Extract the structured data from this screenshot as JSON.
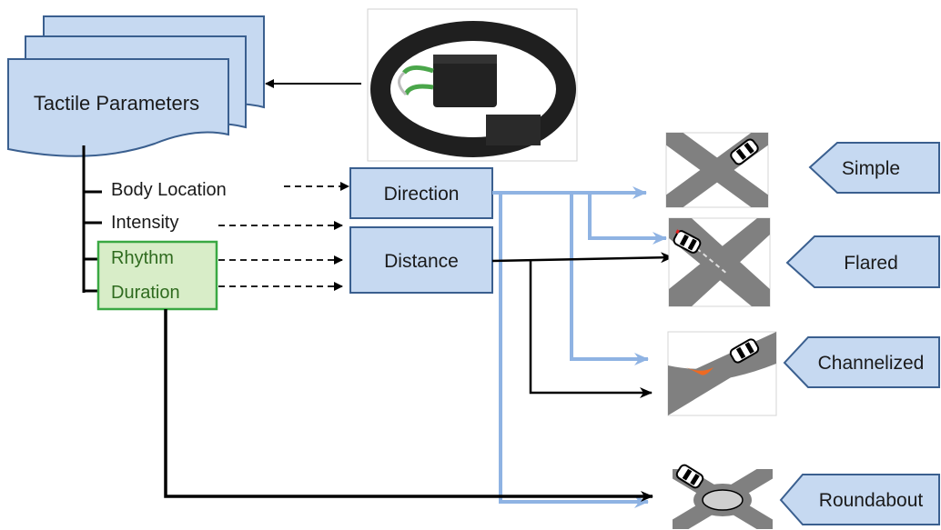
{
  "doc": {
    "title": "Tactile Parameters",
    "parameters": [
      {
        "label": "Body Location"
      },
      {
        "label": "Intensity"
      },
      {
        "label": "Rhythm"
      },
      {
        "label": "Duration"
      }
    ],
    "outputs": [
      {
        "label": "Direction"
      },
      {
        "label": "Distance"
      }
    ],
    "intersections": [
      {
        "label": "Simple"
      },
      {
        "label": "Flared"
      },
      {
        "label": "Channelized"
      },
      {
        "label": "Roundabout"
      }
    ]
  },
  "colors": {
    "box_fill": "#c6d9f1",
    "box_stroke": "#3a5f8f",
    "green_fill": "#d8edc8",
    "green_stroke": "#3aa843",
    "green_text": "#2f6b1f",
    "blue_arrow": "#8fb3e3",
    "road": "#808080"
  }
}
